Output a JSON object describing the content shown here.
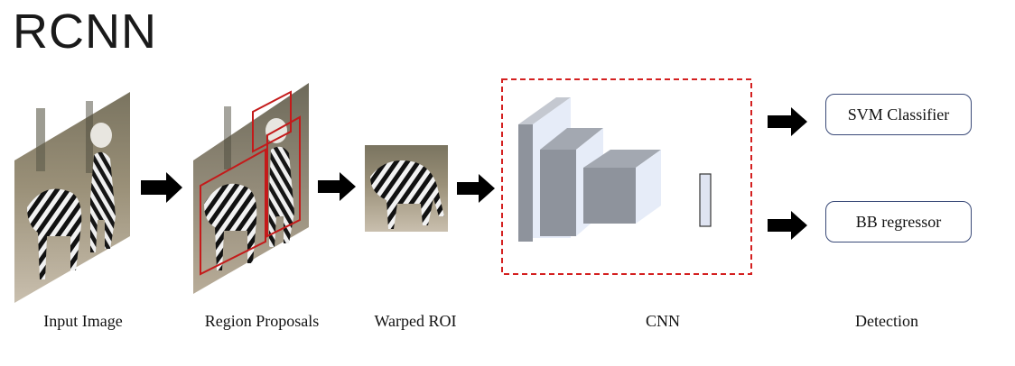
{
  "title": "RCNN",
  "stages": {
    "input": "Input Image",
    "proposals": "Region Proposals",
    "warped": "Warped ROI",
    "cnn": "CNN",
    "detection": "Detection"
  },
  "outputs": {
    "svm": "SVM Classifier",
    "bb": "BB regressor"
  },
  "colors": {
    "proposal_box": "#c41a1a",
    "cnn_border": "#d42020",
    "layer_fill": "#8e939c",
    "layer_side": "#e6ecf8",
    "arrow": "#000000"
  }
}
